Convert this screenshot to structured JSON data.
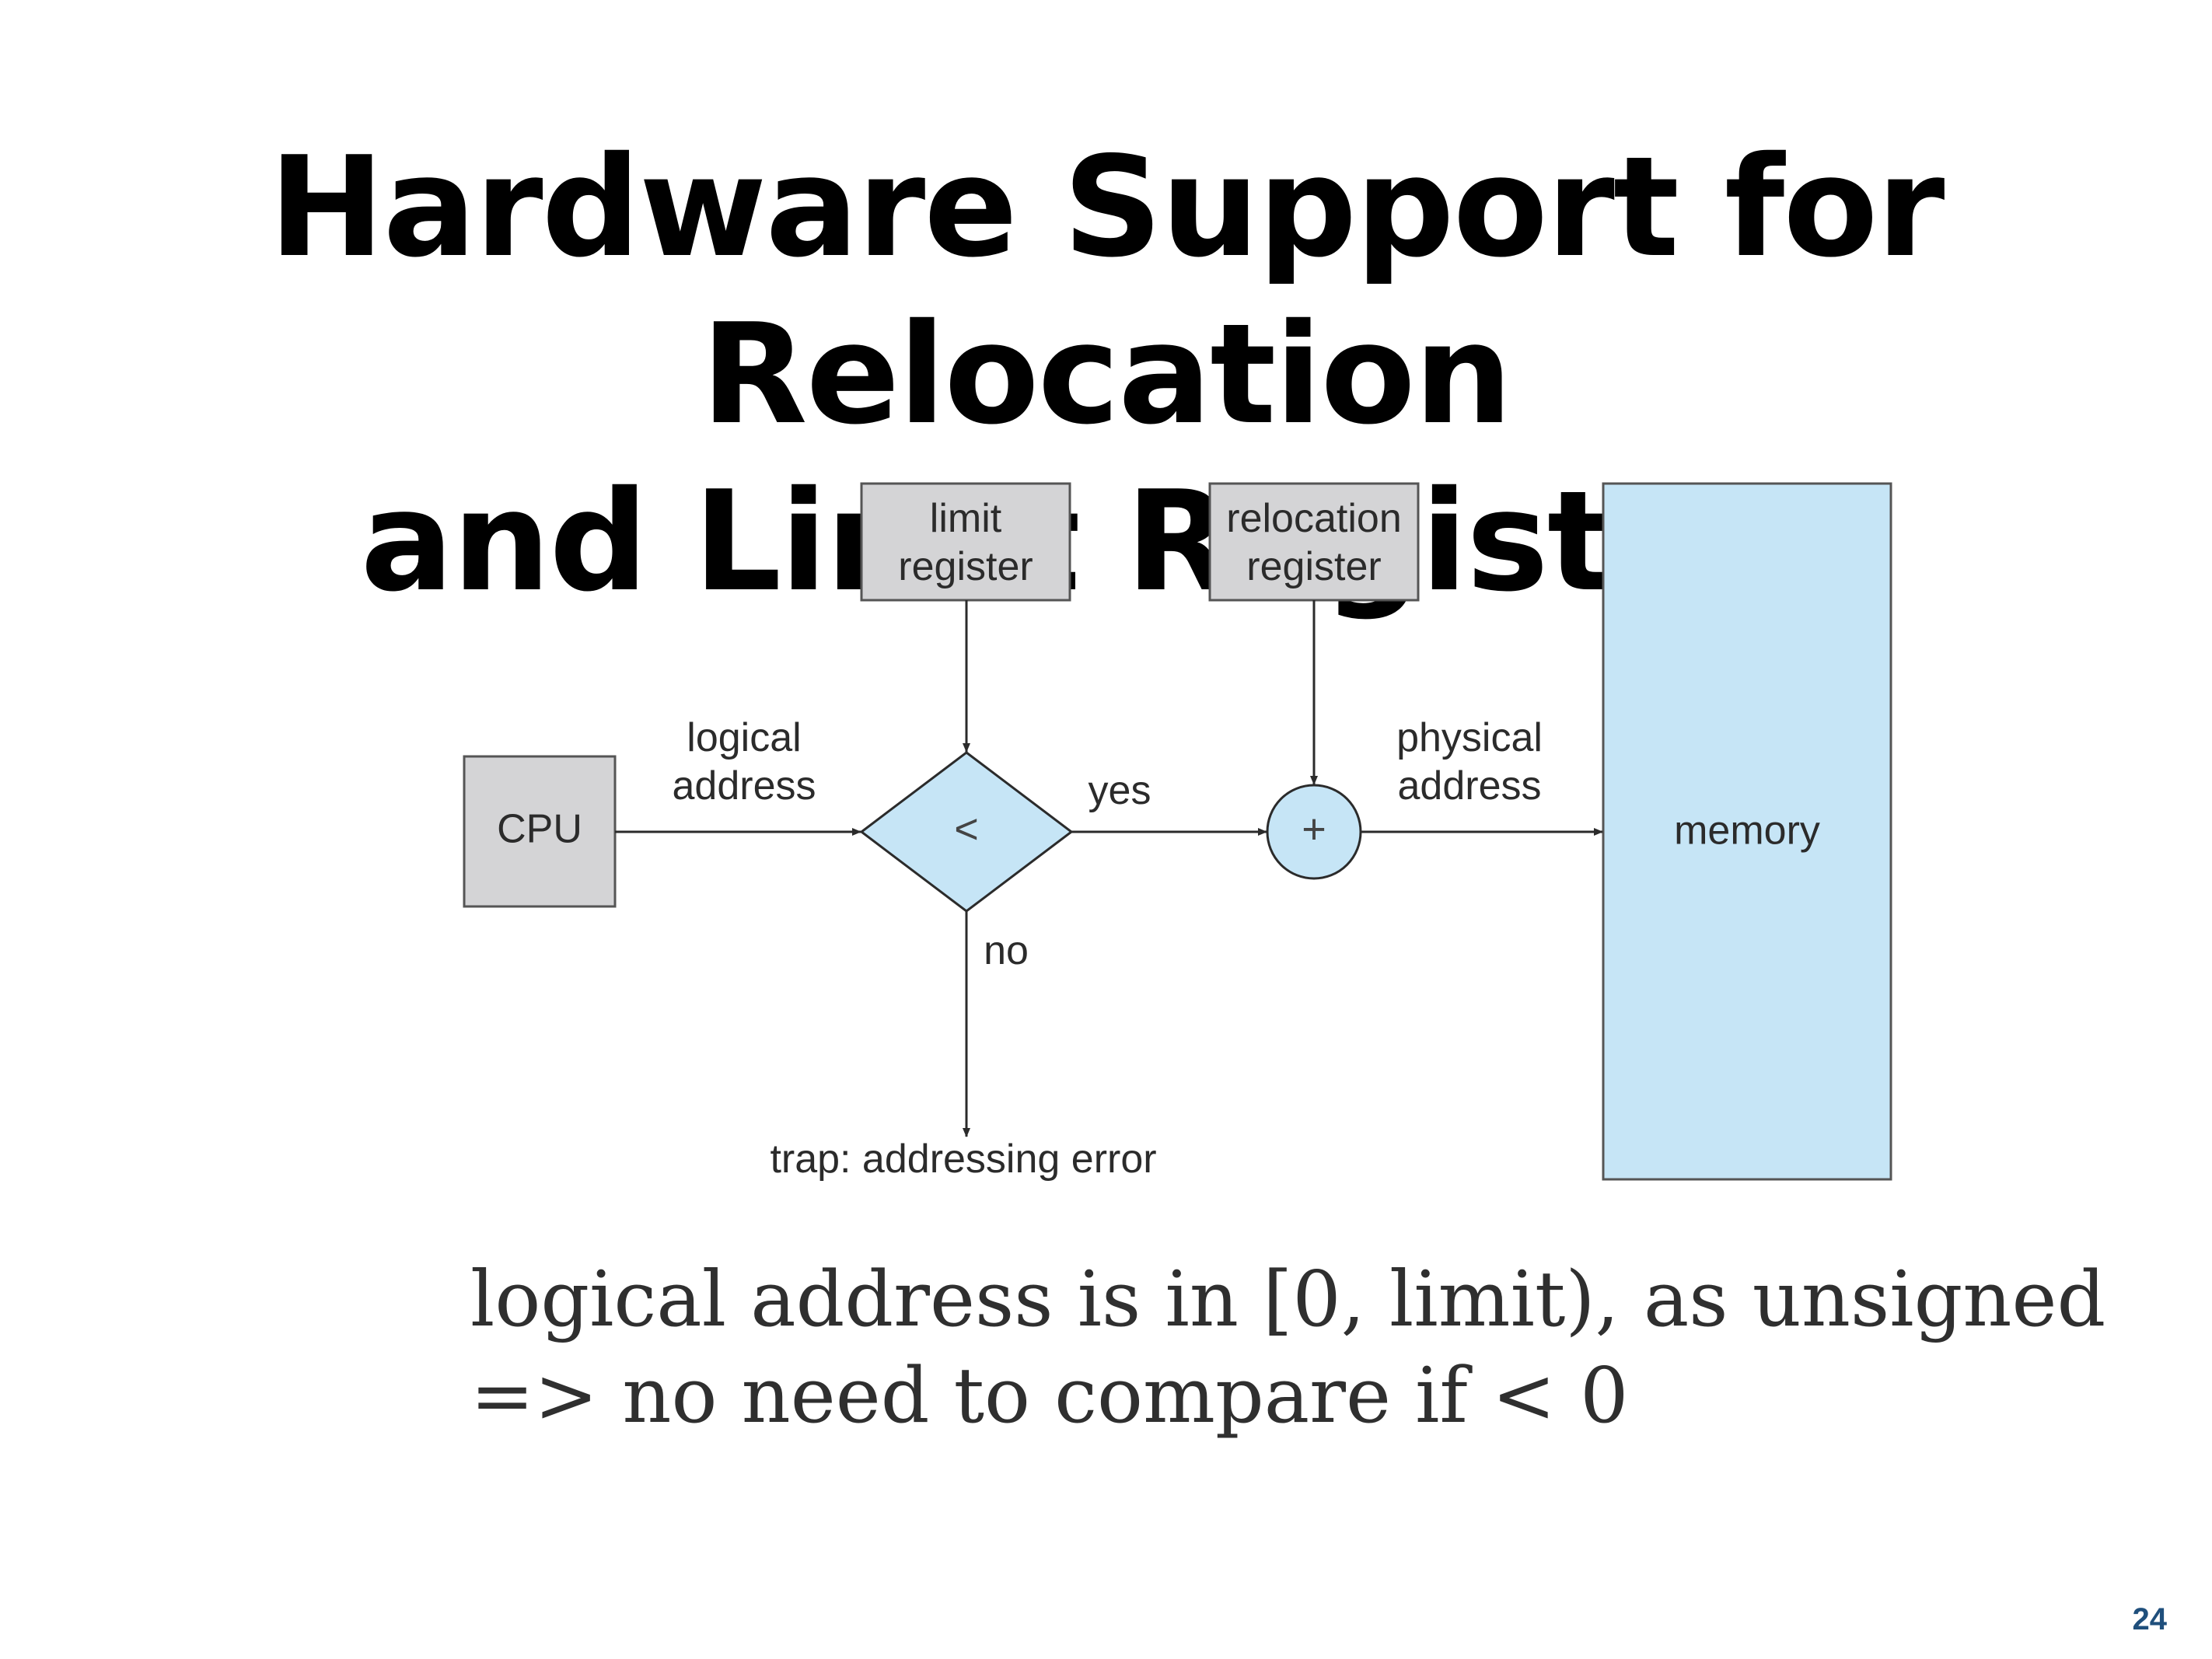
{
  "title": {
    "line1": "Hardware Support for Relocation",
    "line2": "and Limit Registers"
  },
  "diagram": {
    "cpu": "CPU",
    "limit_register": [
      "limit",
      "register"
    ],
    "relocation_register": [
      "relocation",
      "register"
    ],
    "comparator": "<",
    "adder": "+",
    "memory": "memory",
    "edge_logical_address": [
      "logical",
      "address"
    ],
    "edge_yes": "yes",
    "edge_no": "no",
    "edge_physical_address": [
      "physical",
      "address"
    ],
    "trap": "trap: addressing error",
    "colors": {
      "register_fill": "#d4d4d6",
      "memory_fill": "#c6e5f6",
      "stroke": "#2b2b2b"
    }
  },
  "note": {
    "line1": "logical address is in [0, limit), as unsigned",
    "line2": "=> no need to compare if < 0"
  },
  "page_number": "24"
}
